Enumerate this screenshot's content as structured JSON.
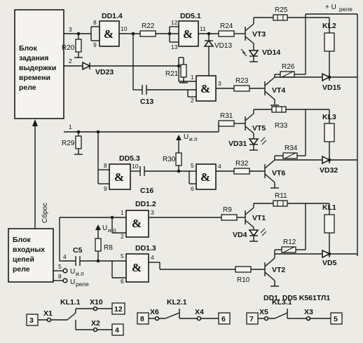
{
  "blocks": {
    "delay_block": [
      "Блок",
      "задания",
      "выдержки",
      "времени",
      "реле"
    ],
    "input_block": [
      "Блок",
      "входных",
      "цепей",
      "реле"
    ],
    "reset_label": "Сброс"
  },
  "supply": {
    "relay_plus": "+ U",
    "relay_sub": "реле",
    "logic": "U",
    "logic_sub": "и.п",
    "input_u_ip": "U",
    "input_u_ip_sub": "и.п",
    "input_u_rele": "U",
    "input_u_rele_sub": "реле"
  },
  "gates": {
    "dd14": "DD1.4",
    "dd51": "DD5.1",
    "dd53": "DD5.3",
    "dd12": "DD1.2",
    "dd13": "DD1.3",
    "and_symbol": "&"
  },
  "resistors": [
    "R20",
    "R22",
    "R24",
    "R25",
    "R21",
    "R26",
    "R23",
    "R31",
    "R33",
    "R29",
    "R30",
    "R34",
    "R32",
    "R11",
    "R9",
    "R8",
    "R12",
    "R10"
  ],
  "transistors": [
    "VT3",
    "VT4",
    "VT5",
    "VT6",
    "VT1",
    "VT2"
  ],
  "diodes": [
    "VD13",
    "VD14",
    "VD23",
    "VD15",
    "VD31",
    "VD32",
    "VD4",
    "VD5"
  ],
  "capacitors": [
    "C13",
    "C16",
    "C5"
  ],
  "relays": [
    "KL2",
    "KL3",
    "KL1"
  ],
  "pins": {
    "delay_out_3": "3",
    "delay_out_2": "2",
    "delay_out_1": "1",
    "in_4": "4",
    "in_5": "5",
    "in_8": "8",
    "dd14_8": "8",
    "dd14_9": "9",
    "dd14_10": "10",
    "dd51_12": "12",
    "dd51_13": "13",
    "dd51_11": "11",
    "g_1": "1",
    "g_2": "2",
    "g_3": "3",
    "dd53_8": "8",
    "dd53_9": "9",
    "dd53_10": "10",
    "g2_5": "5",
    "g2_6": "6",
    "g2_4": "4",
    "dd12_1": "1",
    "dd12_2": "2",
    "dd12_3": "3",
    "dd13_5": "5",
    "dd13_6": "6",
    "dd13_4": "4"
  },
  "chip_note": "DD1, DD5   K561ТЛ1",
  "contacts": {
    "c1": {
      "num_a": "3",
      "x_a": "X1",
      "label": "KL1.1",
      "x_b": "X10",
      "num_b": "12",
      "x_c": "X2",
      "num_c": "4"
    },
    "c2": {
      "num_a": "8",
      "x_a": "X6",
      "label": "KL2.1",
      "x_b": "X4",
      "num_b": "6"
    },
    "c3": {
      "num_a": "7",
      "x_a": "X5",
      "label": "KL3.1",
      "x_b": "X3",
      "num_b": "5"
    }
  }
}
